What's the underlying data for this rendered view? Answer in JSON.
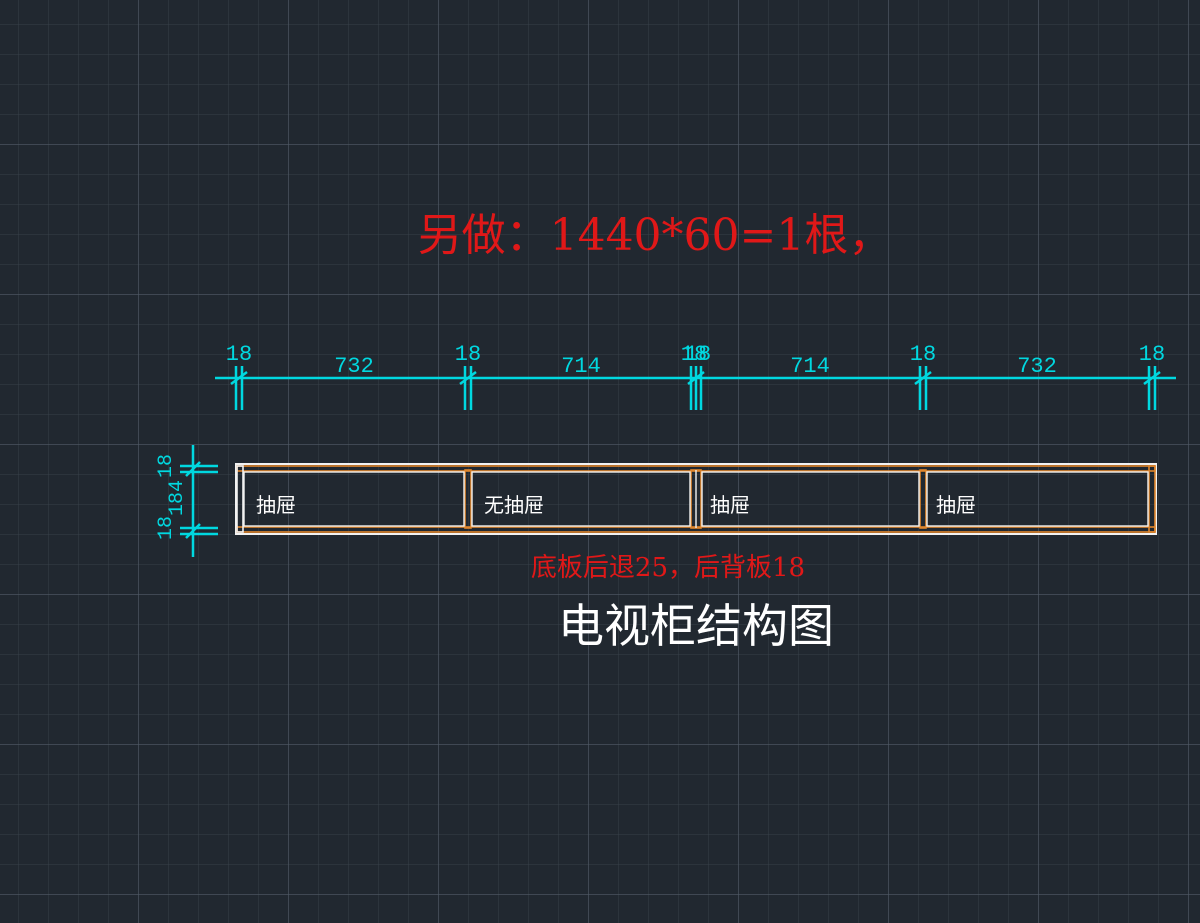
{
  "colors": {
    "background": "#212830",
    "dimension": "#00d8e0",
    "note": "#e01818",
    "panel_white": "#f2f2f2",
    "panel_orange": "#e0862c",
    "title": "#ffffff",
    "label": "#ffffff"
  },
  "note_top": "另做：1440*60=1根，",
  "horizontal_dimensions": [
    "18",
    "732",
    "18",
    "714",
    "18",
    "18",
    "714",
    "18",
    "732",
    "18"
  ],
  "vertical_dimensions": [
    "18",
    "184",
    "18"
  ],
  "compartments": [
    {
      "label": "抽屉"
    },
    {
      "label": "无抽屉"
    },
    {
      "label": "抽屉"
    },
    {
      "label": "抽屉"
    }
  ],
  "note_bottom": "底板后退25，后背板18",
  "title": "电视柜结构图"
}
